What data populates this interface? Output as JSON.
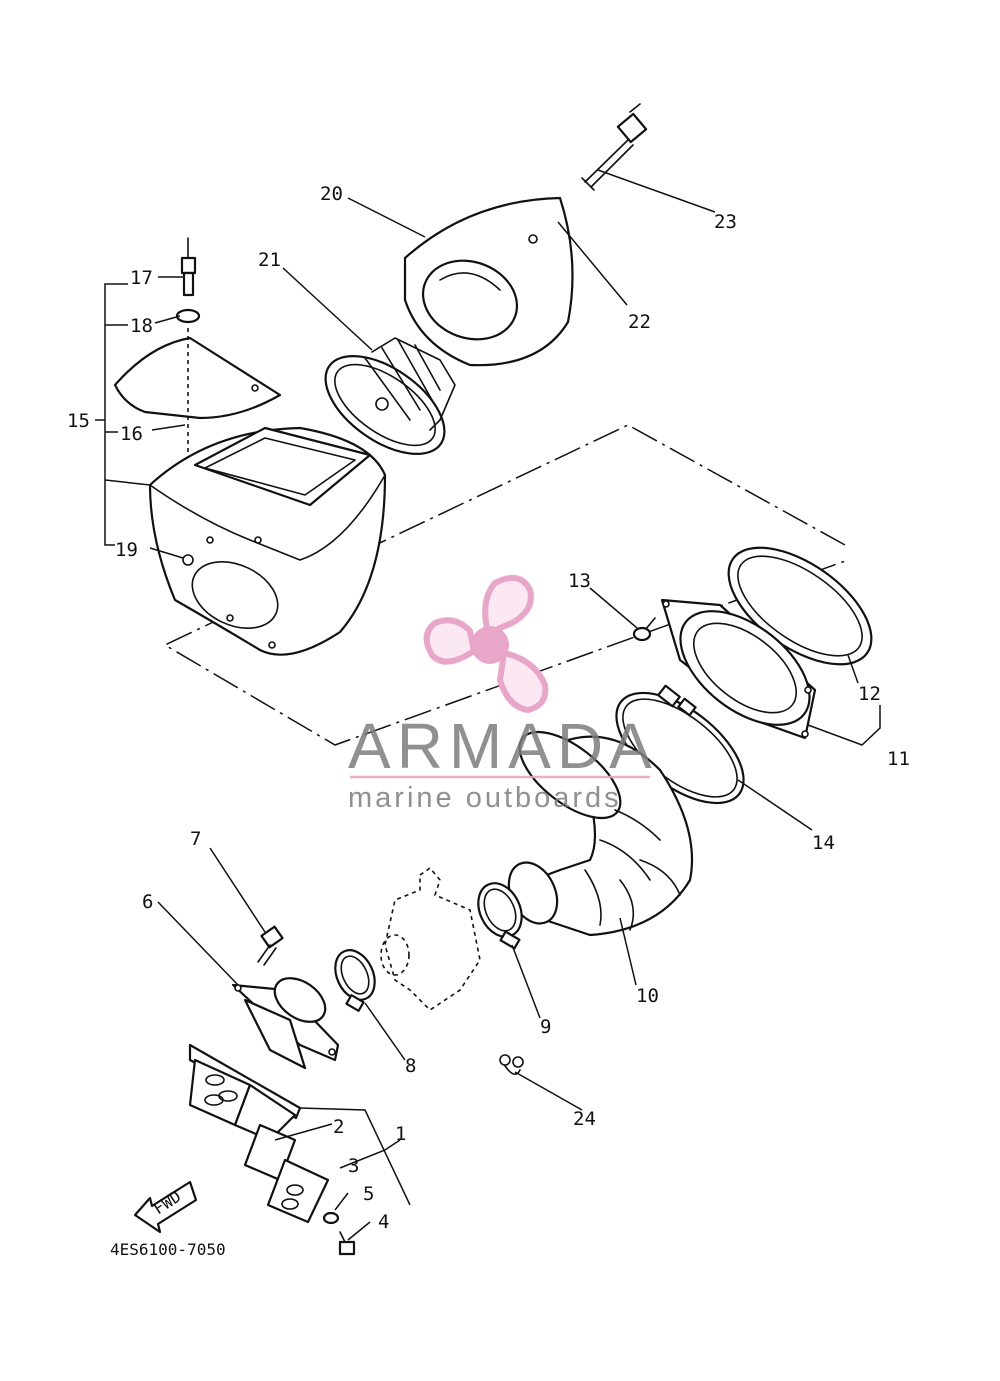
{
  "diagram": {
    "callouts": [
      "1",
      "2",
      "3",
      "4",
      "5",
      "6",
      "7",
      "8",
      "9",
      "10",
      "11",
      "12",
      "13",
      "14",
      "15",
      "16",
      "17",
      "18",
      "19",
      "20",
      "21",
      "22",
      "23",
      "24"
    ],
    "drawing_code": "4ES6100-7050",
    "direction_label": "FWD"
  },
  "watermark": {
    "brand": "ARMADA",
    "tagline": "marine outboards",
    "logo_color": "#e8a6c8"
  },
  "colors": {
    "line": "#111111",
    "background": "#ffffff",
    "watermark_text": "#7d7d7d"
  }
}
